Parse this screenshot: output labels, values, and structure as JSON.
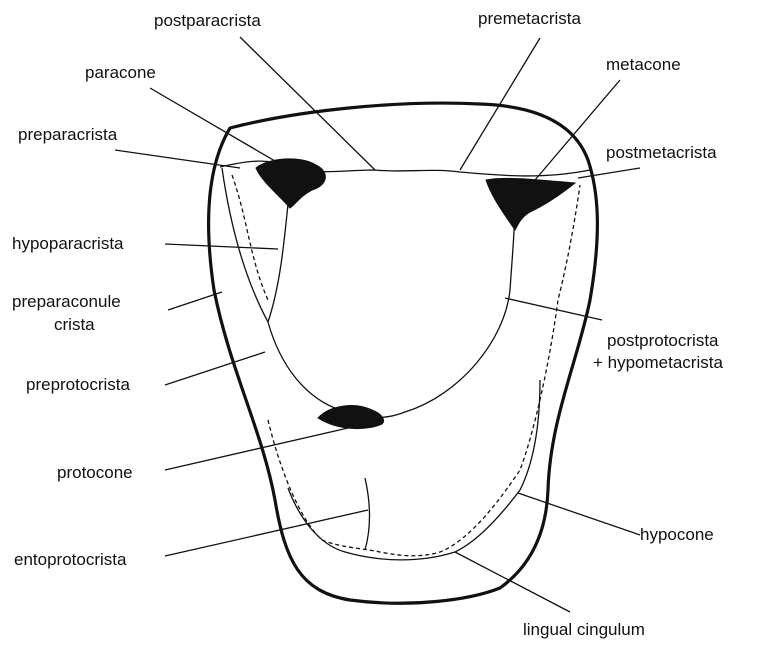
{
  "labels": {
    "postparacrista": "postparacrista",
    "premetacrista": "premetacrista",
    "paracone": "paracone",
    "metacone": "metacone",
    "preparacrista": "preparacrista",
    "postmetacrista": "postmetacrista",
    "hypoparacrista": "hypoparacrista",
    "preparaconule_line1": "preparaconule",
    "preparaconule_line2": "crista",
    "postprotocrista_line1": "postprotocrista",
    "postprotocrista_line2": "+ hypometacrista",
    "preprotocrista": "preprotocrista",
    "protocone": "protocone",
    "hypocone": "hypocone",
    "entoprotocrista": "entoprotocrista",
    "lingual_cingulum": "lingual cingulum"
  },
  "colors": {
    "ink": "#111111",
    "background": "#ffffff"
  }
}
